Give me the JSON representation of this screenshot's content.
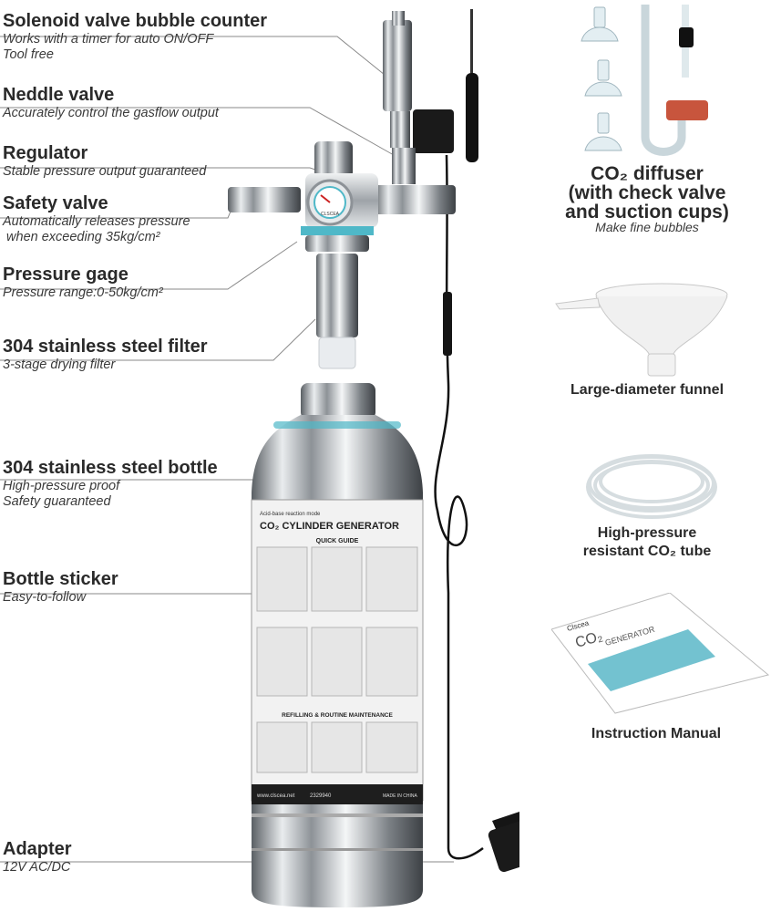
{
  "left_labels": [
    {
      "title": "Solenoid valve bubble counter",
      "sub": [
        "Works with a timer for auto ON/OFF",
        "Tool free"
      ]
    },
    {
      "title": "Neddle valve",
      "sub": [
        "Accurately control the gasflow output"
      ]
    },
    {
      "title": "Regulator",
      "sub": [
        "Stable pressure output guaranteed"
      ]
    },
    {
      "title": "Safety valve",
      "sub": [
        "Automatically releases pressure",
        " when exceeding 35kg/cm²"
      ]
    },
    {
      "title": "Pressure gage",
      "sub": [
        "Pressure range:0-50kg/cm²"
      ]
    },
    {
      "title": "304 stainless steel filter",
      "sub": [
        "3-stage drying filter"
      ]
    },
    {
      "title": "304 stainless steel bottle",
      "sub": [
        "High-pressure proof",
        "Safety guaranteed"
      ]
    },
    {
      "title": "Bottle sticker",
      "sub": [
        "Easy-to-follow"
      ]
    },
    {
      "title": "Adapter",
      "sub": [
        "12V AC/DC"
      ]
    }
  ],
  "right_labels": {
    "diffuser": {
      "lines": [
        "CO₂ diffuser",
        "(with check valve",
        "and suction cups)"
      ],
      "sub": "Make fine bubbles"
    },
    "funnel": "Large-diameter funnel",
    "tube": [
      "High-pressure",
      "resistant CO₂ tube"
    ],
    "manual": "Instruction Manual"
  },
  "bottle_sticker": {
    "mode": "Acid-base reaction mode",
    "title": "CO₂ CYLINDER GENERATOR",
    "quick_guide": "QUICK GUIDE",
    "refill": "REFILLING & ROUTINE MAINTENANCE",
    "website": "www.clscea.net",
    "code": "2329940",
    "made_in": "MADE IN CHINA"
  },
  "gauge_brand": "CLSCEA",
  "manual_cover": {
    "brand": "Clscea",
    "title": "CO₂",
    "subtitle": "GENERATOR"
  },
  "colors": {
    "accent_teal": "#4fb8c8",
    "label_text": "#2a2a2a",
    "leader_line": "#8a8a8a",
    "steel": "#c9cdd1"
  }
}
